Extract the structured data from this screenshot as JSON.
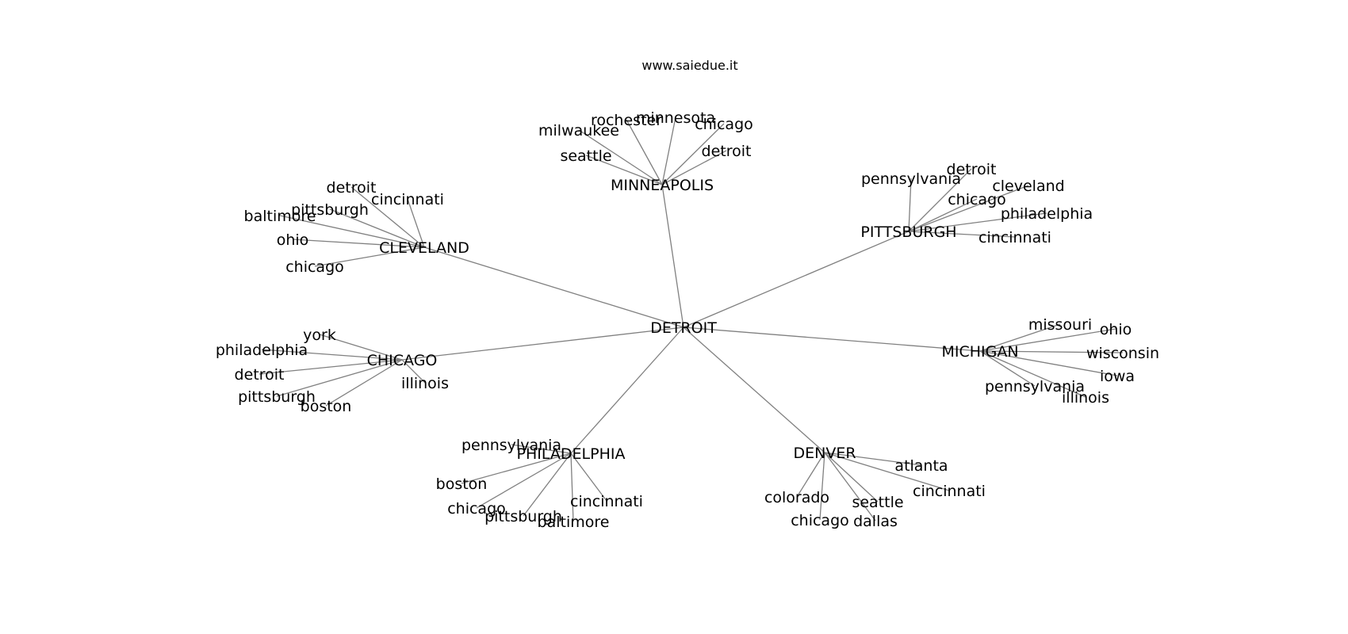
{
  "header": {
    "watermark": "www.saiedue.it"
  },
  "graph": {
    "root": "DETROIT",
    "hubs": [
      {
        "name": "MINNEAPOLIS",
        "children": [
          "seattle",
          "milwaukee",
          "rochester",
          "minnesota",
          "chicago",
          "detroit"
        ]
      },
      {
        "name": "CLEVELAND",
        "children": [
          "detroit",
          "cincinnati",
          "pittsburgh",
          "baltimore",
          "ohio",
          "chicago"
        ]
      },
      {
        "name": "PITTSBURGH",
        "children": [
          "pennsylvania",
          "detroit",
          "cleveland",
          "chicago",
          "philadelphia",
          "cincinnati"
        ]
      },
      {
        "name": "CHICAGO",
        "children": [
          "york",
          "philadelphia",
          "detroit",
          "pittsburgh",
          "boston",
          "illinois"
        ]
      },
      {
        "name": "MICHIGAN",
        "children": [
          "missouri",
          "ohio",
          "wisconsin",
          "iowa",
          "pennsylvania",
          "illinois"
        ]
      },
      {
        "name": "PHILADELPHIA",
        "children": [
          "pennsylvania",
          "boston",
          "chicago",
          "pittsburgh",
          "baltimore",
          "cincinnati"
        ]
      },
      {
        "name": "DENVER",
        "children": [
          "atlanta",
          "cincinnati",
          "seattle",
          "dallas",
          "chicago",
          "colorado"
        ]
      }
    ]
  }
}
